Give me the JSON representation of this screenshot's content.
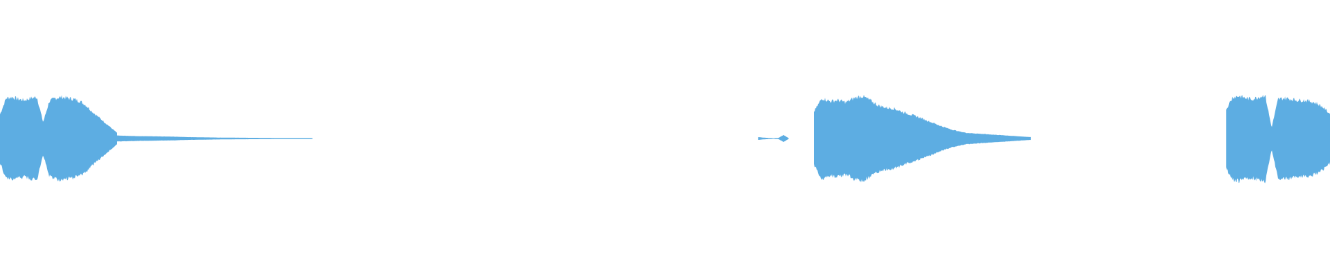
{
  "waveform": {
    "color": "#5dade2",
    "segments": [
      {
        "name": "segment-1",
        "start": 0.0,
        "end": 0.088,
        "envelope": [
          0.45,
          0.76,
          0.78,
          0.74,
          0.72,
          0.76,
          0.78,
          0.3,
          0.7,
          0.76,
          0.78,
          0.76,
          0.74,
          0.7,
          0.62,
          0.5,
          0.4,
          0.3,
          0.2,
          0.1
        ]
      },
      {
        "name": "tail-1",
        "start": 0.088,
        "end": 0.235,
        "envelope": [
          0.05,
          0.04,
          0.035,
          0.03,
          0.02,
          0.015,
          0.01,
          0.008,
          0.006,
          0.004,
          0.003,
          0.002
        ]
      },
      {
        "name": "blip-1",
        "start": 0.57,
        "end": 0.593,
        "envelope": [
          0.02,
          0.01,
          0.005,
          0.0,
          0.005,
          0.06,
          0.0
        ]
      },
      {
        "name": "segment-2",
        "start": 0.612,
        "end": 0.775,
        "envelope": [
          0.5,
          0.76,
          0.7,
          0.72,
          0.68,
          0.76,
          0.8,
          0.72,
          0.62,
          0.58,
          0.56,
          0.5,
          0.45,
          0.4,
          0.34,
          0.28,
          0.22,
          0.17,
          0.13,
          0.1,
          0.09,
          0.08,
          0.07,
          0.06,
          0.05,
          0.04,
          0.03,
          0.02
        ]
      },
      {
        "name": "segment-3",
        "start": 0.922,
        "end": 1.0,
        "envelope": [
          0.55,
          0.78,
          0.8,
          0.76,
          0.74,
          0.78,
          0.82,
          0.2,
          0.74,
          0.76,
          0.74,
          0.72,
          0.72,
          0.7,
          0.66,
          0.58,
          0.46
        ]
      }
    ]
  }
}
